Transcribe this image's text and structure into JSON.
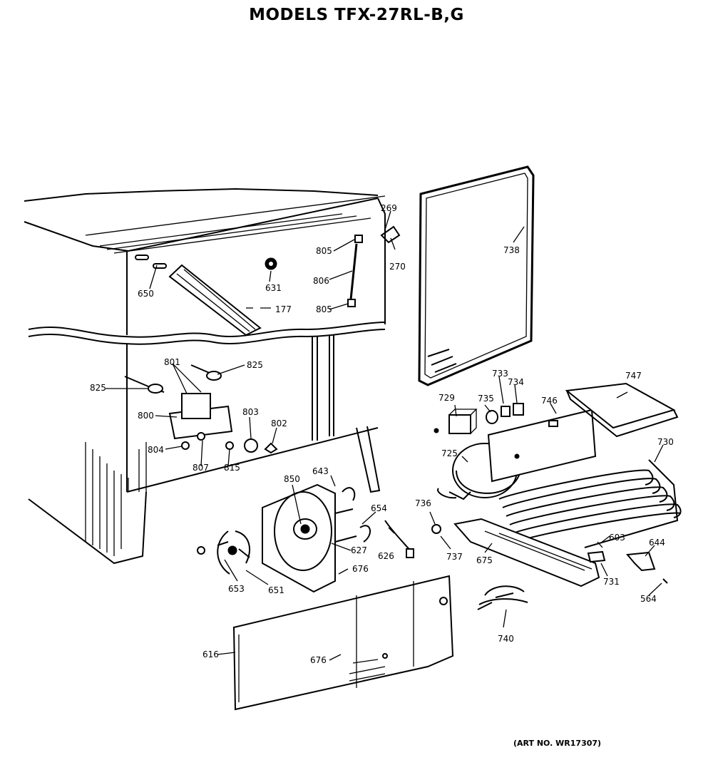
{
  "title": "MODELS TFX-27RL-B,G",
  "art_number": "(ART NO. WR17307)",
  "callouts": {
    "c269": "269",
    "c270": "270",
    "c805a": "805",
    "c806": "806",
    "c805b": "805",
    "c631": "631",
    "c650": "650",
    "c177": "177",
    "c738": "738",
    "c801": "801",
    "c825a": "825",
    "c825b": "825",
    "c800": "800",
    "c803": "803",
    "c802": "802",
    "c804": "804",
    "c807": "807",
    "c815": "815",
    "c733": "733",
    "c734": "734",
    "c729": "729",
    "c735": "735",
    "c746": "746",
    "c747": "747",
    "c725": "725",
    "c730": "730",
    "c643": "643",
    "c850": "850",
    "c654": "654",
    "c627": "627",
    "c626": "626",
    "c676a": "676",
    "c736": "736",
    "c737": "737",
    "c675": "675",
    "c603": "603",
    "c644": "644",
    "c731": "731",
    "c564": "564",
    "c653": "653",
    "c651": "651",
    "c740": "740",
    "c616": "616",
    "c676b": "676"
  }
}
